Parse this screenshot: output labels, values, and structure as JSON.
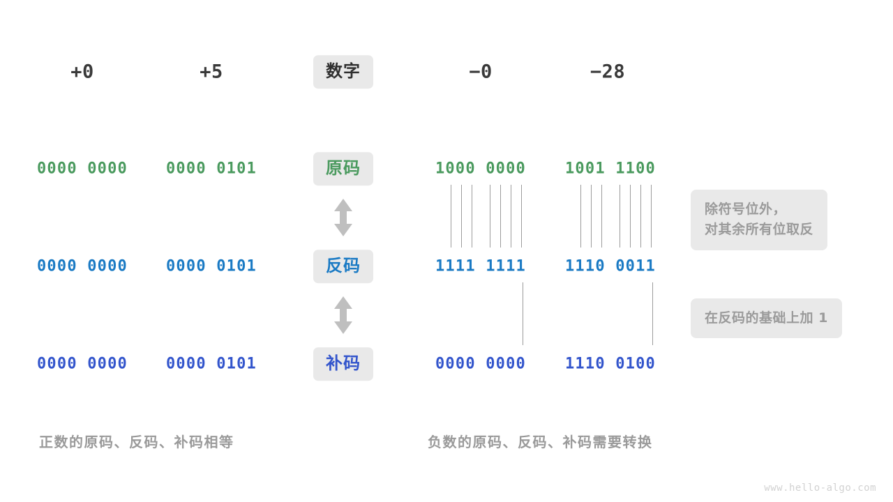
{
  "diagram": {
    "columns": [
      {
        "key": "pos_zero",
        "header": "+0"
      },
      {
        "key": "pos_five",
        "header": "+5"
      },
      {
        "key": "neg_zero",
        "header": "−0"
      },
      {
        "key": "neg_28",
        "header": "−28"
      }
    ],
    "row_labels": {
      "header": "数字",
      "sign_magnitude": "原码",
      "ones_complement": "反码",
      "twos_complement": "补码"
    },
    "rows": [
      {
        "key": "sign_magnitude",
        "label": "原码",
        "values": {
          "pos_zero": "0000 0000",
          "pos_five": "0000 0101",
          "neg_zero": "1000 0000",
          "neg_28": "1001 1100"
        }
      },
      {
        "key": "ones_complement",
        "label": "反码",
        "values": {
          "pos_zero": "0000 0000",
          "pos_five": "0000 0101",
          "neg_zero": "1111 1111",
          "neg_28": "1110 0011"
        }
      },
      {
        "key": "twos_complement",
        "label": "补码",
        "values": {
          "pos_zero": "0000 0000",
          "pos_five": "0000 0101",
          "neg_zero": "0000 0000",
          "neg_28": "1110 0100"
        }
      }
    ],
    "notes": [
      {
        "key": "invert",
        "line1": "除符号位外，",
        "line2": "对其余所有位取反"
      },
      {
        "key": "plus_one",
        "line1": "在反码的基础上加  1",
        "line2": ""
      }
    ],
    "captions": {
      "left": "正数的原码、反码、补码相等",
      "right": "负数的原码、反码、补码需要转换"
    },
    "watermark": "www.hello-algo.com",
    "arrows": {
      "upper": "double-headed-vertical-arrow",
      "lower": "double-headed-vertical-arrow"
    },
    "colors": {
      "sign_magnitude": "#4a9a5e",
      "ones_complement": "#1a7ac4",
      "twos_complement": "#3355cc",
      "header_text": "#2f2f2f",
      "chip_bg": "#e9e9e9",
      "muted": "#9a9a9a"
    }
  }
}
